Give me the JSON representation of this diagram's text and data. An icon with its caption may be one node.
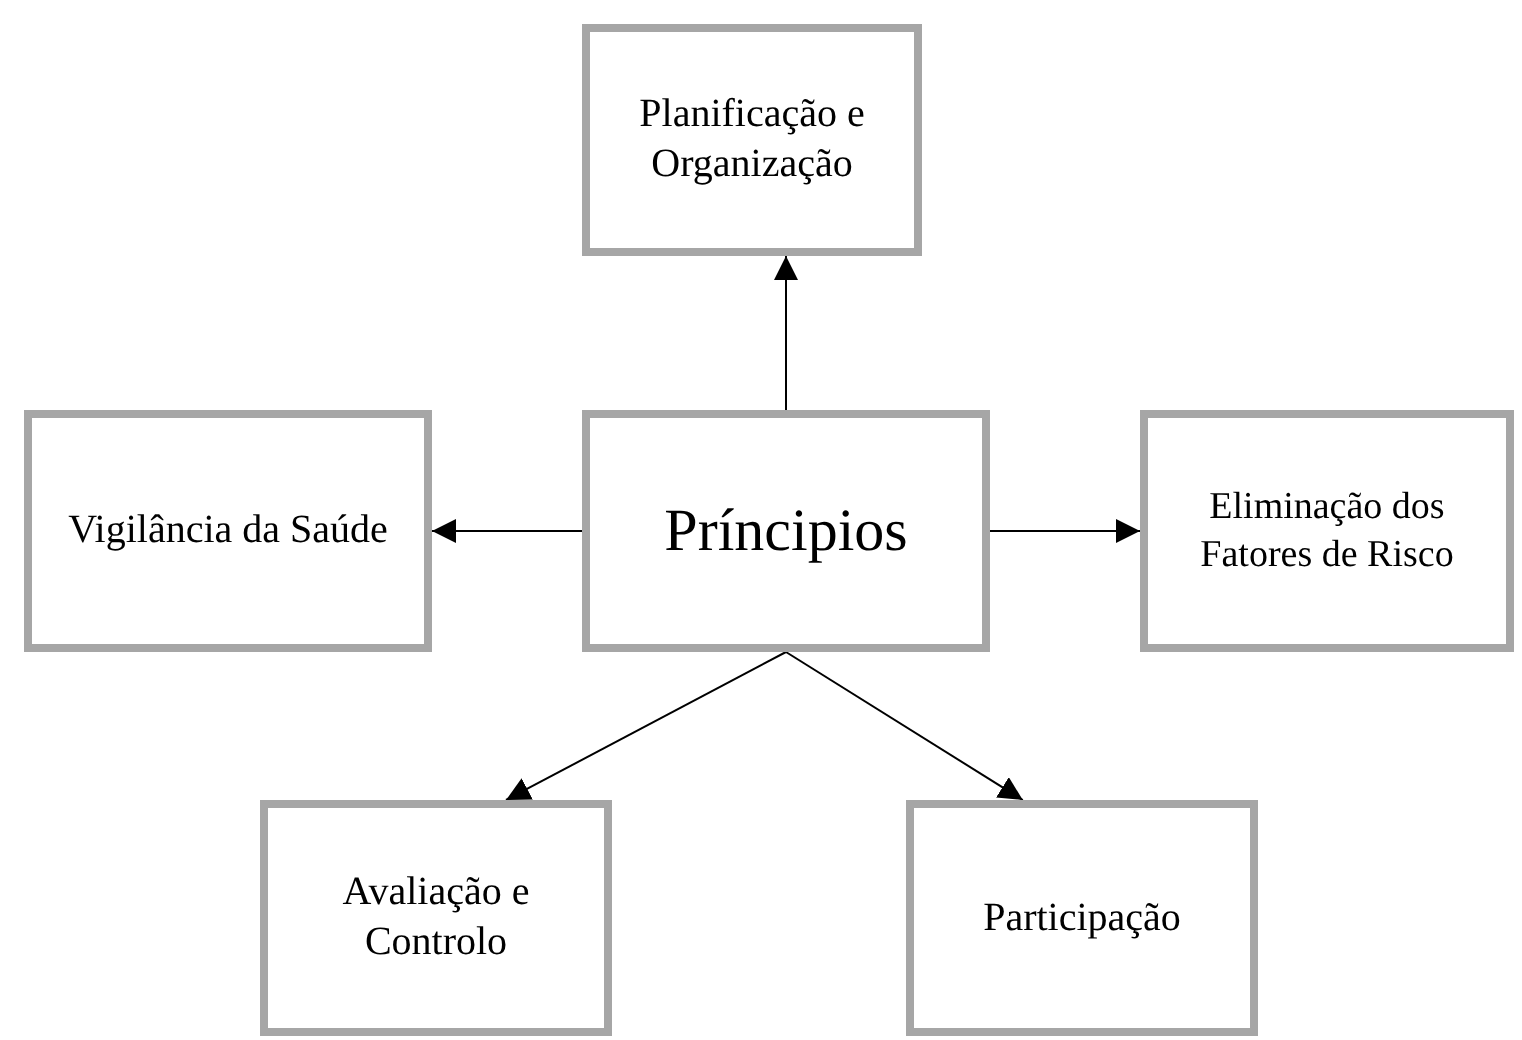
{
  "diagram": {
    "nodes": [
      {
        "text": [
          "Planificação e Organização"
        ]
      },
      {
        "text": [
          "Vigilância da Saúde"
        ]
      },
      {
        "text": [
          "Príncipios"
        ]
      },
      {
        "text": [
          "Eliminação dos Fatores de Risco"
        ]
      },
      {
        "text": [
          "Avaliação e Controlo"
        ]
      },
      {
        "text": [
          "Participação"
        ]
      }
    ],
    "edges": [
      {
        "from": 2,
        "to": 0,
        "arrow": "to"
      },
      {
        "from": 2,
        "to": 1,
        "arrow": "to"
      },
      {
        "from": 2,
        "to": 3,
        "arrow": "to"
      },
      {
        "from": 2,
        "to": 4,
        "arrow": "to"
      },
      {
        "from": 2,
        "to": 5,
        "arrow": "to"
      }
    ]
  }
}
